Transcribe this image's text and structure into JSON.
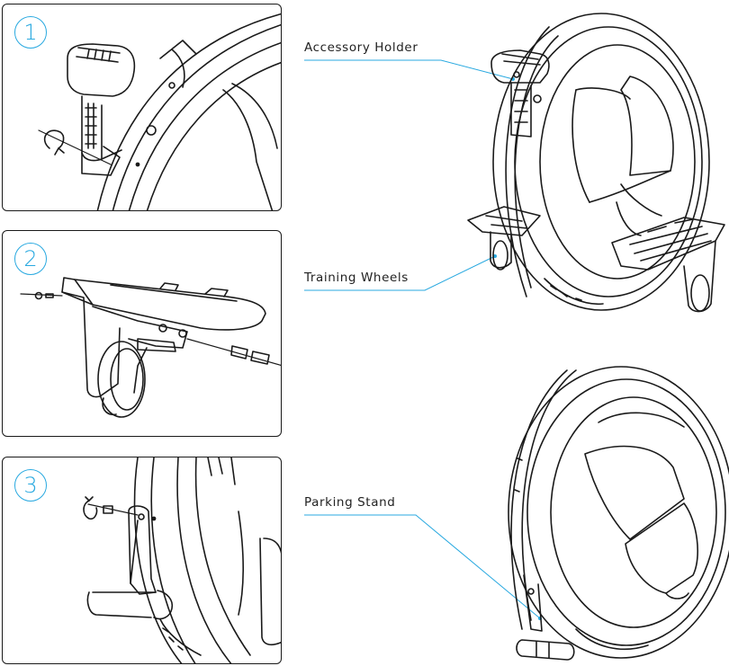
{
  "steps": [
    {
      "number": "1"
    },
    {
      "number": "2"
    },
    {
      "number": "3"
    }
  ],
  "callouts": {
    "accessory_holder": "Accessory  Holder",
    "training_wheels": "Training Wheels",
    "parking_stand": "Parking Stand"
  },
  "colors": {
    "accent": "#29a9e0",
    "line": "#1a1a1a"
  }
}
